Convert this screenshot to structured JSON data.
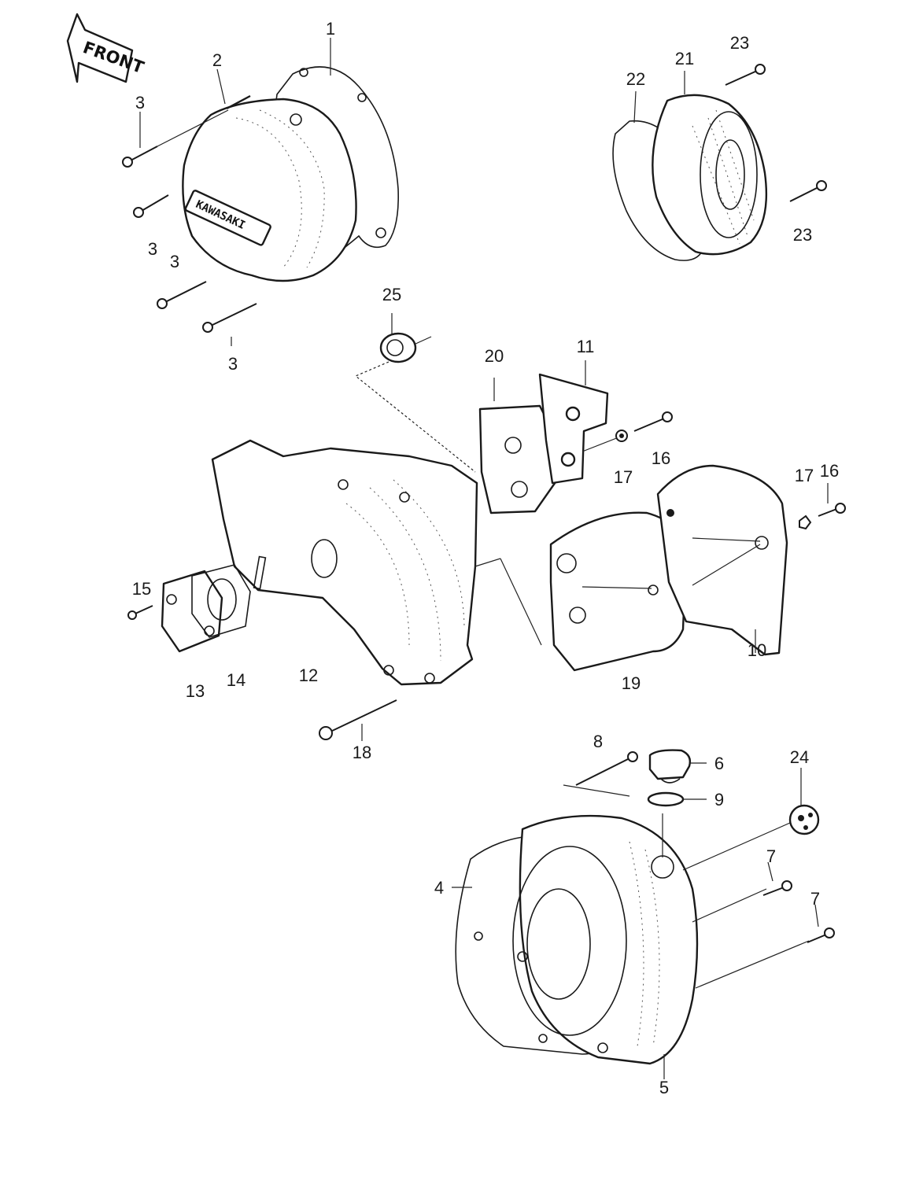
{
  "diagram": {
    "front_arrow_label": "FRONT",
    "cover_logo_text": "KAWASAKI",
    "callouts": [
      {
        "id": "c1",
        "text": "1"
      },
      {
        "id": "c2",
        "text": "2"
      },
      {
        "id": "c3a",
        "text": "3"
      },
      {
        "id": "c3b",
        "text": "3"
      },
      {
        "id": "c3c",
        "text": "3"
      },
      {
        "id": "c3d",
        "text": "3"
      },
      {
        "id": "c4",
        "text": "4"
      },
      {
        "id": "c5",
        "text": "5"
      },
      {
        "id": "c6",
        "text": "6"
      },
      {
        "id": "c7a",
        "text": "7"
      },
      {
        "id": "c7b",
        "text": "7"
      },
      {
        "id": "c8",
        "text": "8"
      },
      {
        "id": "c9",
        "text": "9"
      },
      {
        "id": "c10",
        "text": "10"
      },
      {
        "id": "c11",
        "text": "11"
      },
      {
        "id": "c12",
        "text": "12"
      },
      {
        "id": "c13",
        "text": "13"
      },
      {
        "id": "c14",
        "text": "14"
      },
      {
        "id": "c15",
        "text": "15"
      },
      {
        "id": "c16a",
        "text": "16"
      },
      {
        "id": "c16b",
        "text": "16"
      },
      {
        "id": "c17a",
        "text": "17"
      },
      {
        "id": "c17b",
        "text": "17"
      },
      {
        "id": "c18",
        "text": "18"
      },
      {
        "id": "c19",
        "text": "19"
      },
      {
        "id": "c20",
        "text": "20"
      },
      {
        "id": "c21",
        "text": "21"
      },
      {
        "id": "c22",
        "text": "22"
      },
      {
        "id": "c23a",
        "text": "23"
      },
      {
        "id": "c23b",
        "text": "23"
      },
      {
        "id": "c24",
        "text": "24"
      },
      {
        "id": "c25",
        "text": "25"
      }
    ]
  }
}
